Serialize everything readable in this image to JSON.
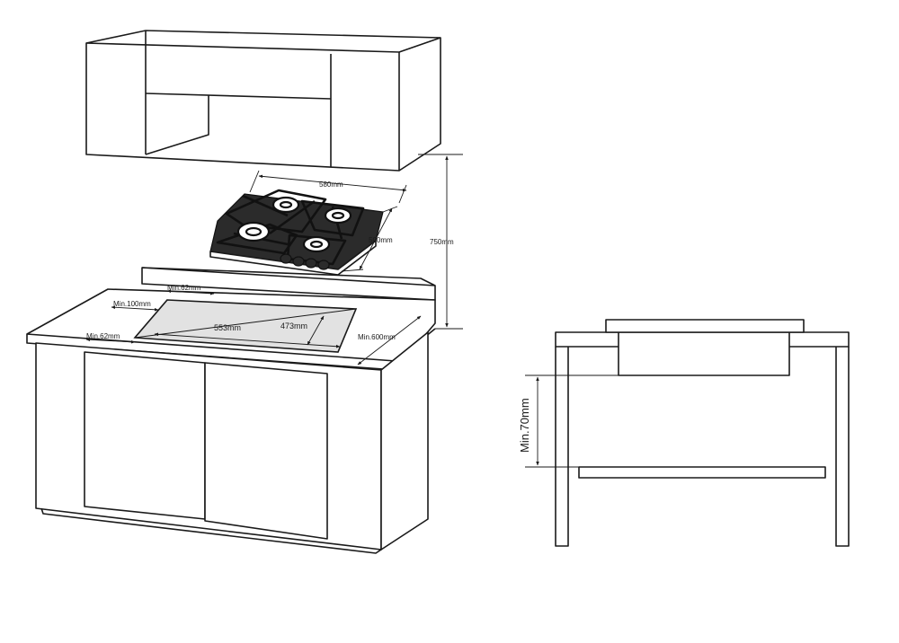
{
  "diagram": {
    "dimension_labels": {
      "hob_width": "580mm",
      "hob_depth": "500mm",
      "height_above": "750mm",
      "min_back": "Min.62mm",
      "min_side": "Min.100mm",
      "min_front": "Min.62mm",
      "cutout_width": "553mm",
      "cutout_depth": "473mm",
      "counter_depth": "Min.600mm",
      "clearance_below": "Min.70mm"
    }
  }
}
